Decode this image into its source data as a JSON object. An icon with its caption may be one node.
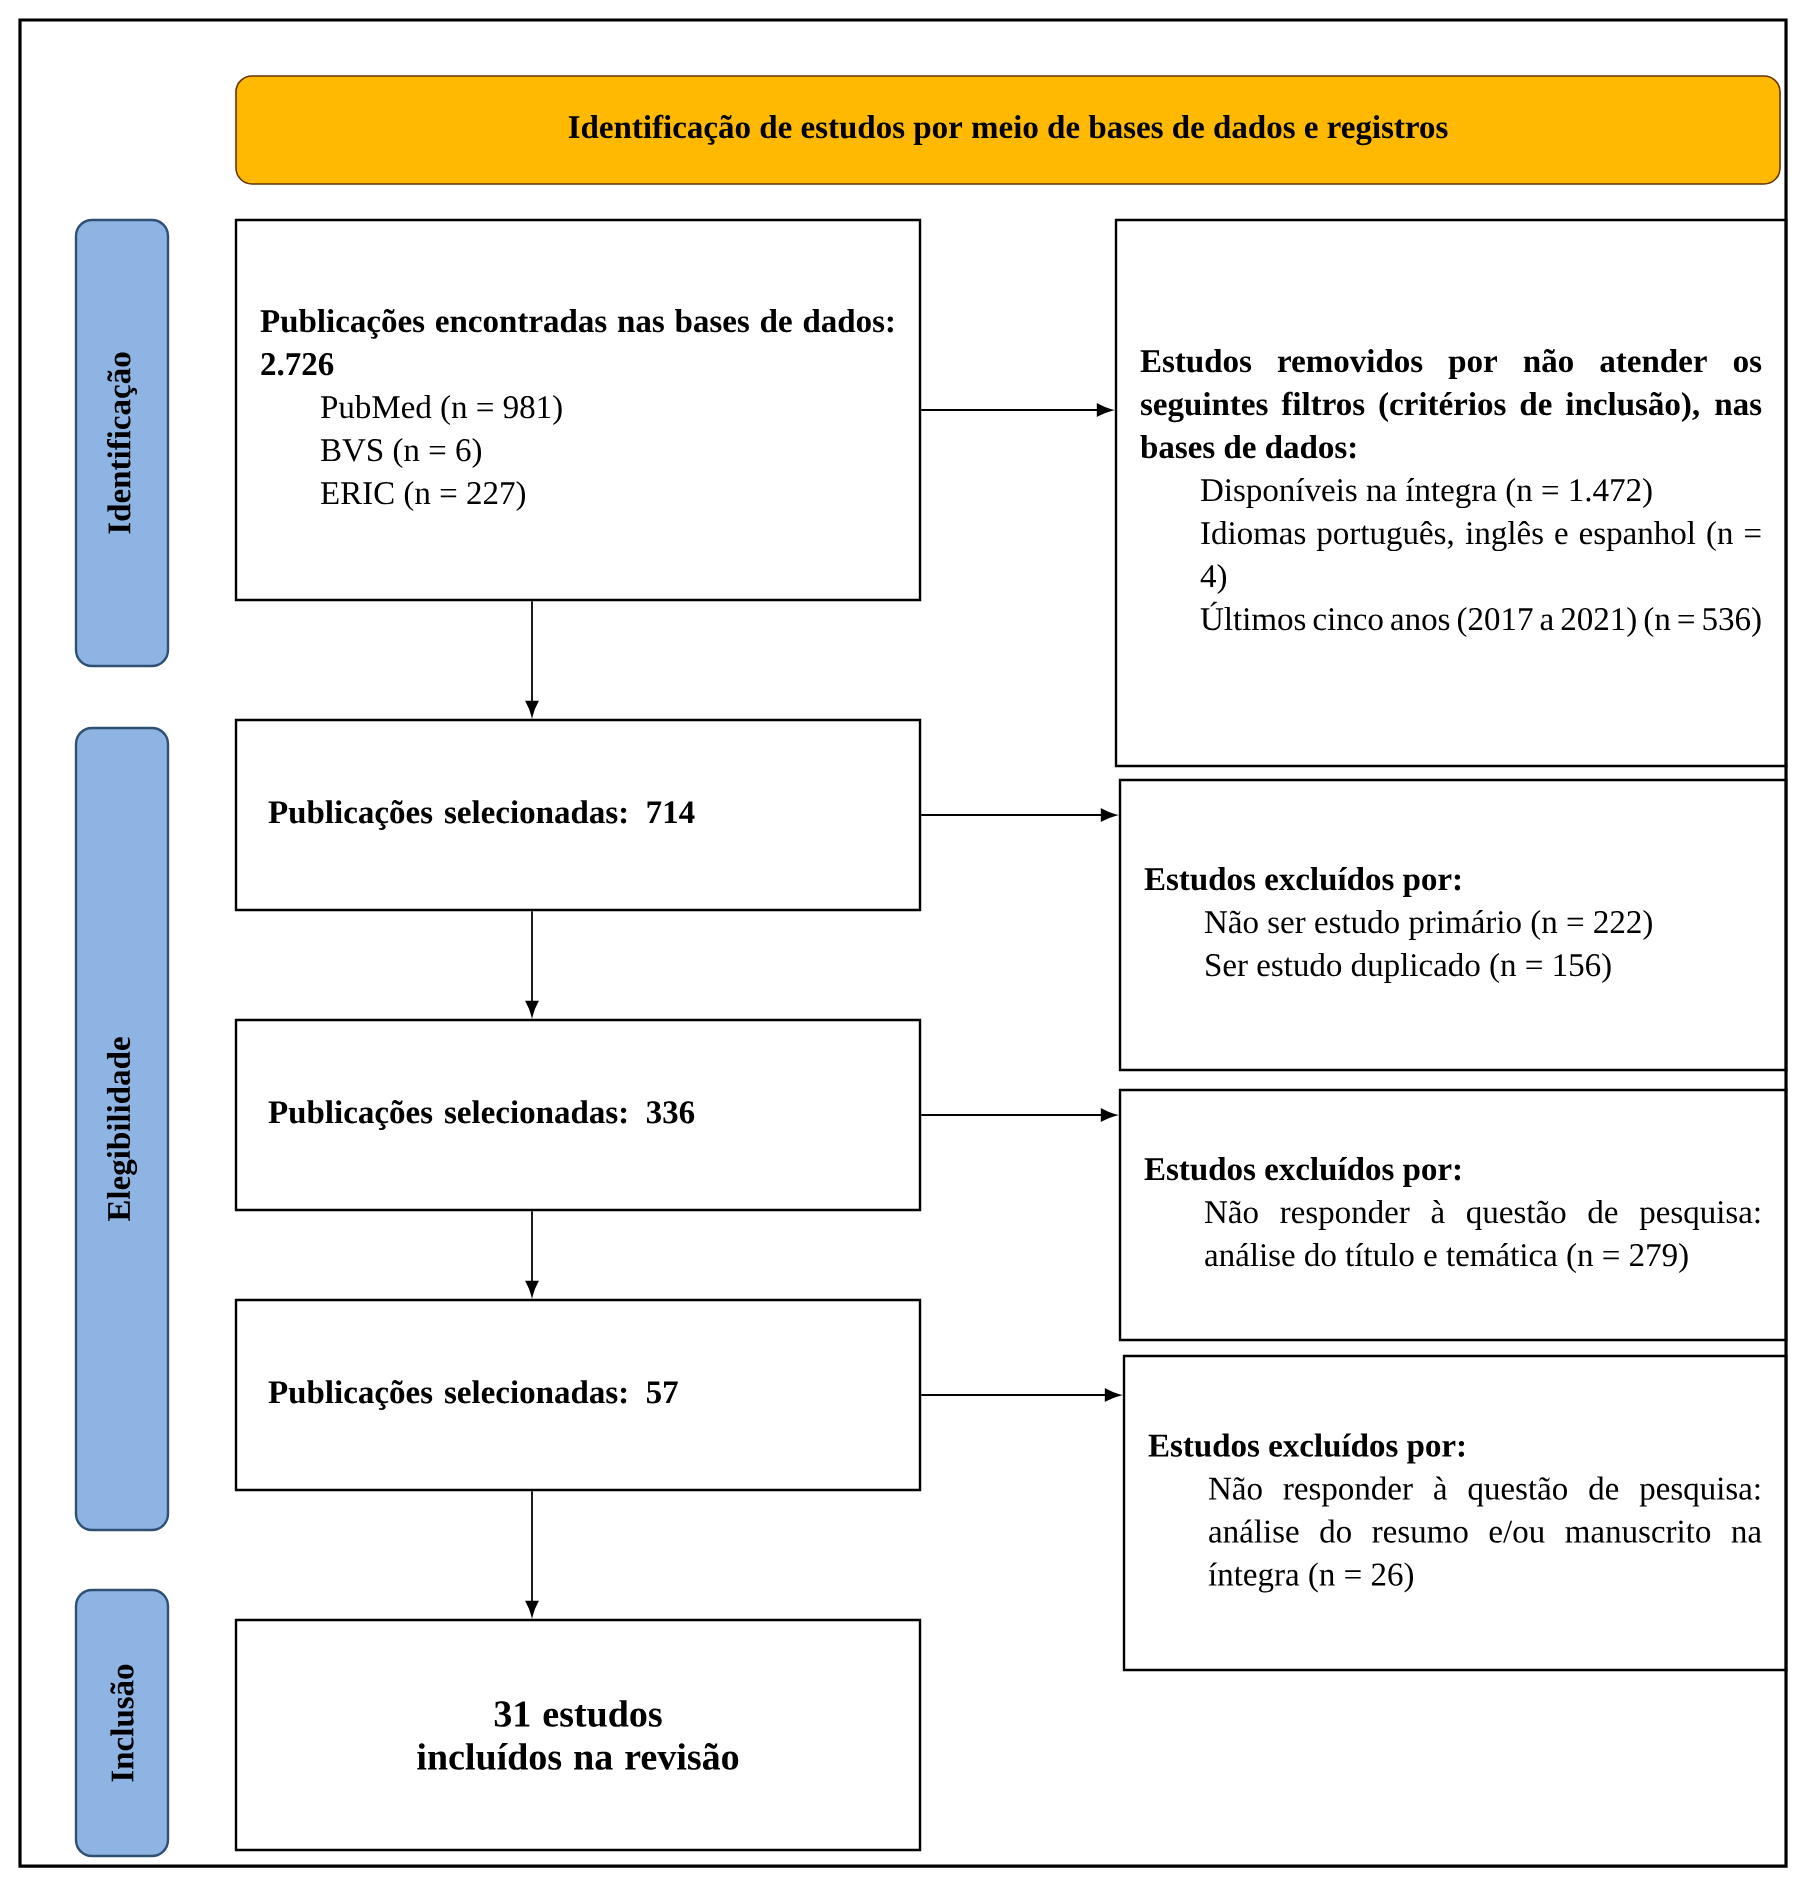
{
  "diagram": {
    "nodes": [
      {
        "text": [
          "Identificação de estudos por meio de bases de dados e registros"
        ]
      },
      {
        "text": [
          "Identificação"
        ]
      },
      {
        "text": [
          "Elegibilidade"
        ]
      },
      {
        "text": [
          "Inclusão"
        ]
      },
      {
        "text": [
          "Publicações encontradas nas bases de dados: 2.726",
          "PubMed (n = 981)",
          "BVS (n = 6)",
          "ERIC (n = 227)"
        ]
      },
      {
        "text": [
          "Estudos removidos por não atender os seguintes filtros (critérios de inclusão), nas bases de dados:",
          "Disponíveis na íntegra (n = 1.472)",
          "Idiomas português, inglês e espanhol (n = 4)",
          "Últimos cinco anos (2017 a 2021) (n = 536)"
        ]
      },
      {
        "text": [
          "Publicações selecionadas: 714"
        ]
      },
      {
        "text": [
          "Estudos excluídos por:",
          "Não ser estudo primário (n = 222)",
          "Ser estudo duplicado (n = 156)"
        ]
      },
      {
        "text": [
          "Publicações selecionadas: 336"
        ]
      },
      {
        "text": [
          "Estudos excluídos por:",
          "Não responder à questão de pesquisa: análise do título e temática (n = 279)"
        ]
      },
      {
        "text": [
          "Publicações selecionadas: 57"
        ]
      },
      {
        "text": [
          "Estudos excluídos por:",
          "Não responder à questão de pesquisa: análise do resumo e/ou manuscrito na íntegra (n = 26)"
        ]
      },
      {
        "text": [
          "31 estudos incluídos na revisão"
        ]
      }
    ],
    "edges": [
      {
        "from": 4,
        "to": 5,
        "arrow": "to"
      },
      {
        "from": 4,
        "to": 6,
        "arrow": "to"
      },
      {
        "from": 6,
        "to": 7,
        "arrow": "to"
      },
      {
        "from": 6,
        "to": 8,
        "arrow": "to"
      },
      {
        "from": 8,
        "to": 9,
        "arrow": "to"
      },
      {
        "from": 8,
        "to": 10,
        "arrow": "to"
      },
      {
        "from": 10,
        "to": 11,
        "arrow": "to"
      },
      {
        "from": 10,
        "to": 12,
        "arrow": "to"
      }
    ]
  }
}
